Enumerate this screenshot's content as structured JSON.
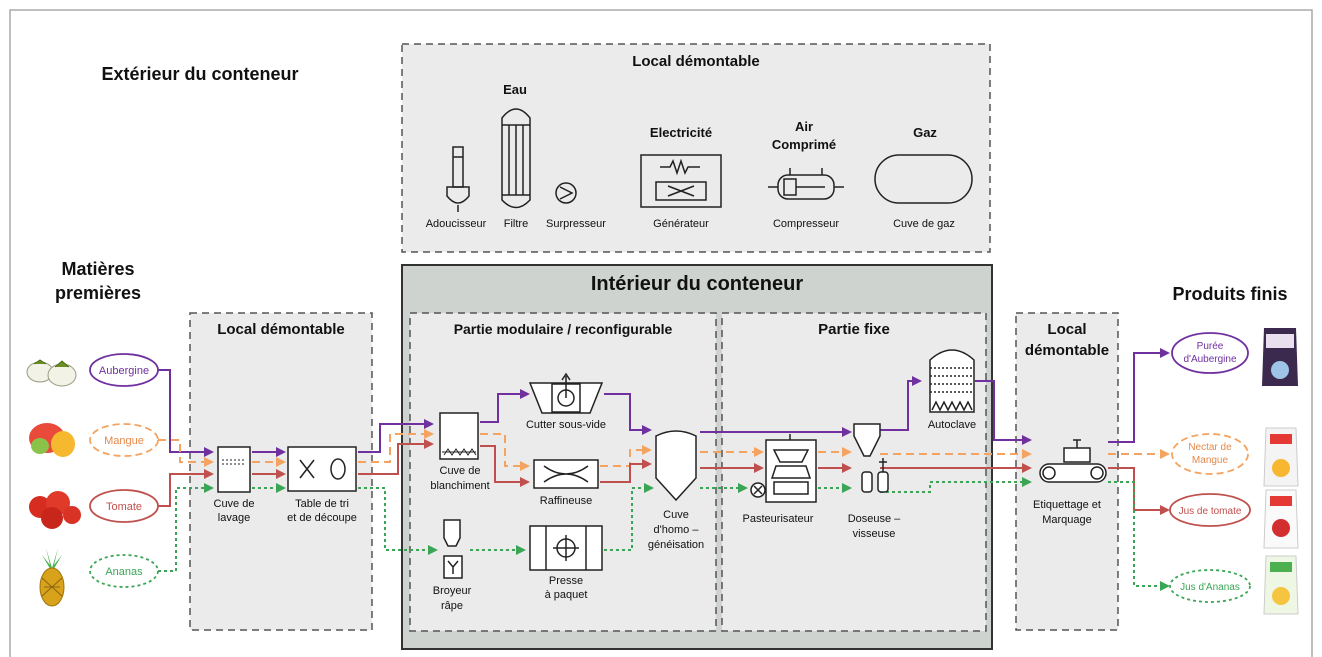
{
  "outside": {
    "title": "Extérieur du conteneur"
  },
  "utilities": {
    "title": "Local démontable",
    "eau_label": "Eau",
    "adoucisseur": "Adoucisseur",
    "filtre": "Filtre",
    "surpresseur": "Surpresseur",
    "electricite": "Electricité",
    "generateur": "Générateur",
    "air_line1": "Air",
    "air_line2": "Comprimé",
    "compresseur": "Compresseur",
    "gaz": "Gaz",
    "cuve_gaz": "Cuve de gaz"
  },
  "inputs": {
    "title_line1": "Matières",
    "title_line2": "premières",
    "items": [
      "Aubergine",
      "Mangue",
      "Tomate",
      "Ananas"
    ]
  },
  "left_local": {
    "title": "Local démontable",
    "cuve_line1": "Cuve de",
    "cuve_line2": "lavage",
    "table_line1": "Table de tri",
    "table_line2": "et de découpe"
  },
  "interior": {
    "title": "Intérieur du conteneur",
    "modular_title": "Partie modulaire / reconfigurable",
    "fixed_title": "Partie fixe",
    "cutter": "Cutter sous-vide",
    "blanch_line1": "Cuve de",
    "blanch_line2": "blanchiment",
    "raffineuse": "Raffineuse",
    "broyeur_line1": "Broyeur",
    "broyeur_line2": "râpe",
    "presse_line1": "Presse",
    "presse_line2": "à paquet",
    "homo_line1": "Cuve",
    "homo_line2": "d'homo –",
    "homo_line3": "généisation",
    "pasteur": "Pasteurisateur",
    "doseuse_line1": "Doseuse –",
    "doseuse_line2": "visseuse",
    "autoclave": "Autoclave"
  },
  "right_local": {
    "title_line1": "Local",
    "title_line2": "démontable",
    "etiq_line1": "Etiquettage et",
    "etiq_line2": "Marquage"
  },
  "outputs": {
    "title": "Produits finis",
    "puree_line1": "Purée",
    "puree_line2": "d'Aubergine",
    "nectar_line1": "Nectar de",
    "nectar_line2": "Mangue",
    "jus_tomate": "Jus de tomate",
    "jus_ananas": "Jus d'Ananas"
  },
  "colors": {
    "aubergine": "#7030a0",
    "mangue": "#f4a460",
    "tomate": "#c0504d",
    "ananas": "#3aa655",
    "box_fill": "#ebebeb",
    "interior_fill": "#cfd3cf"
  }
}
